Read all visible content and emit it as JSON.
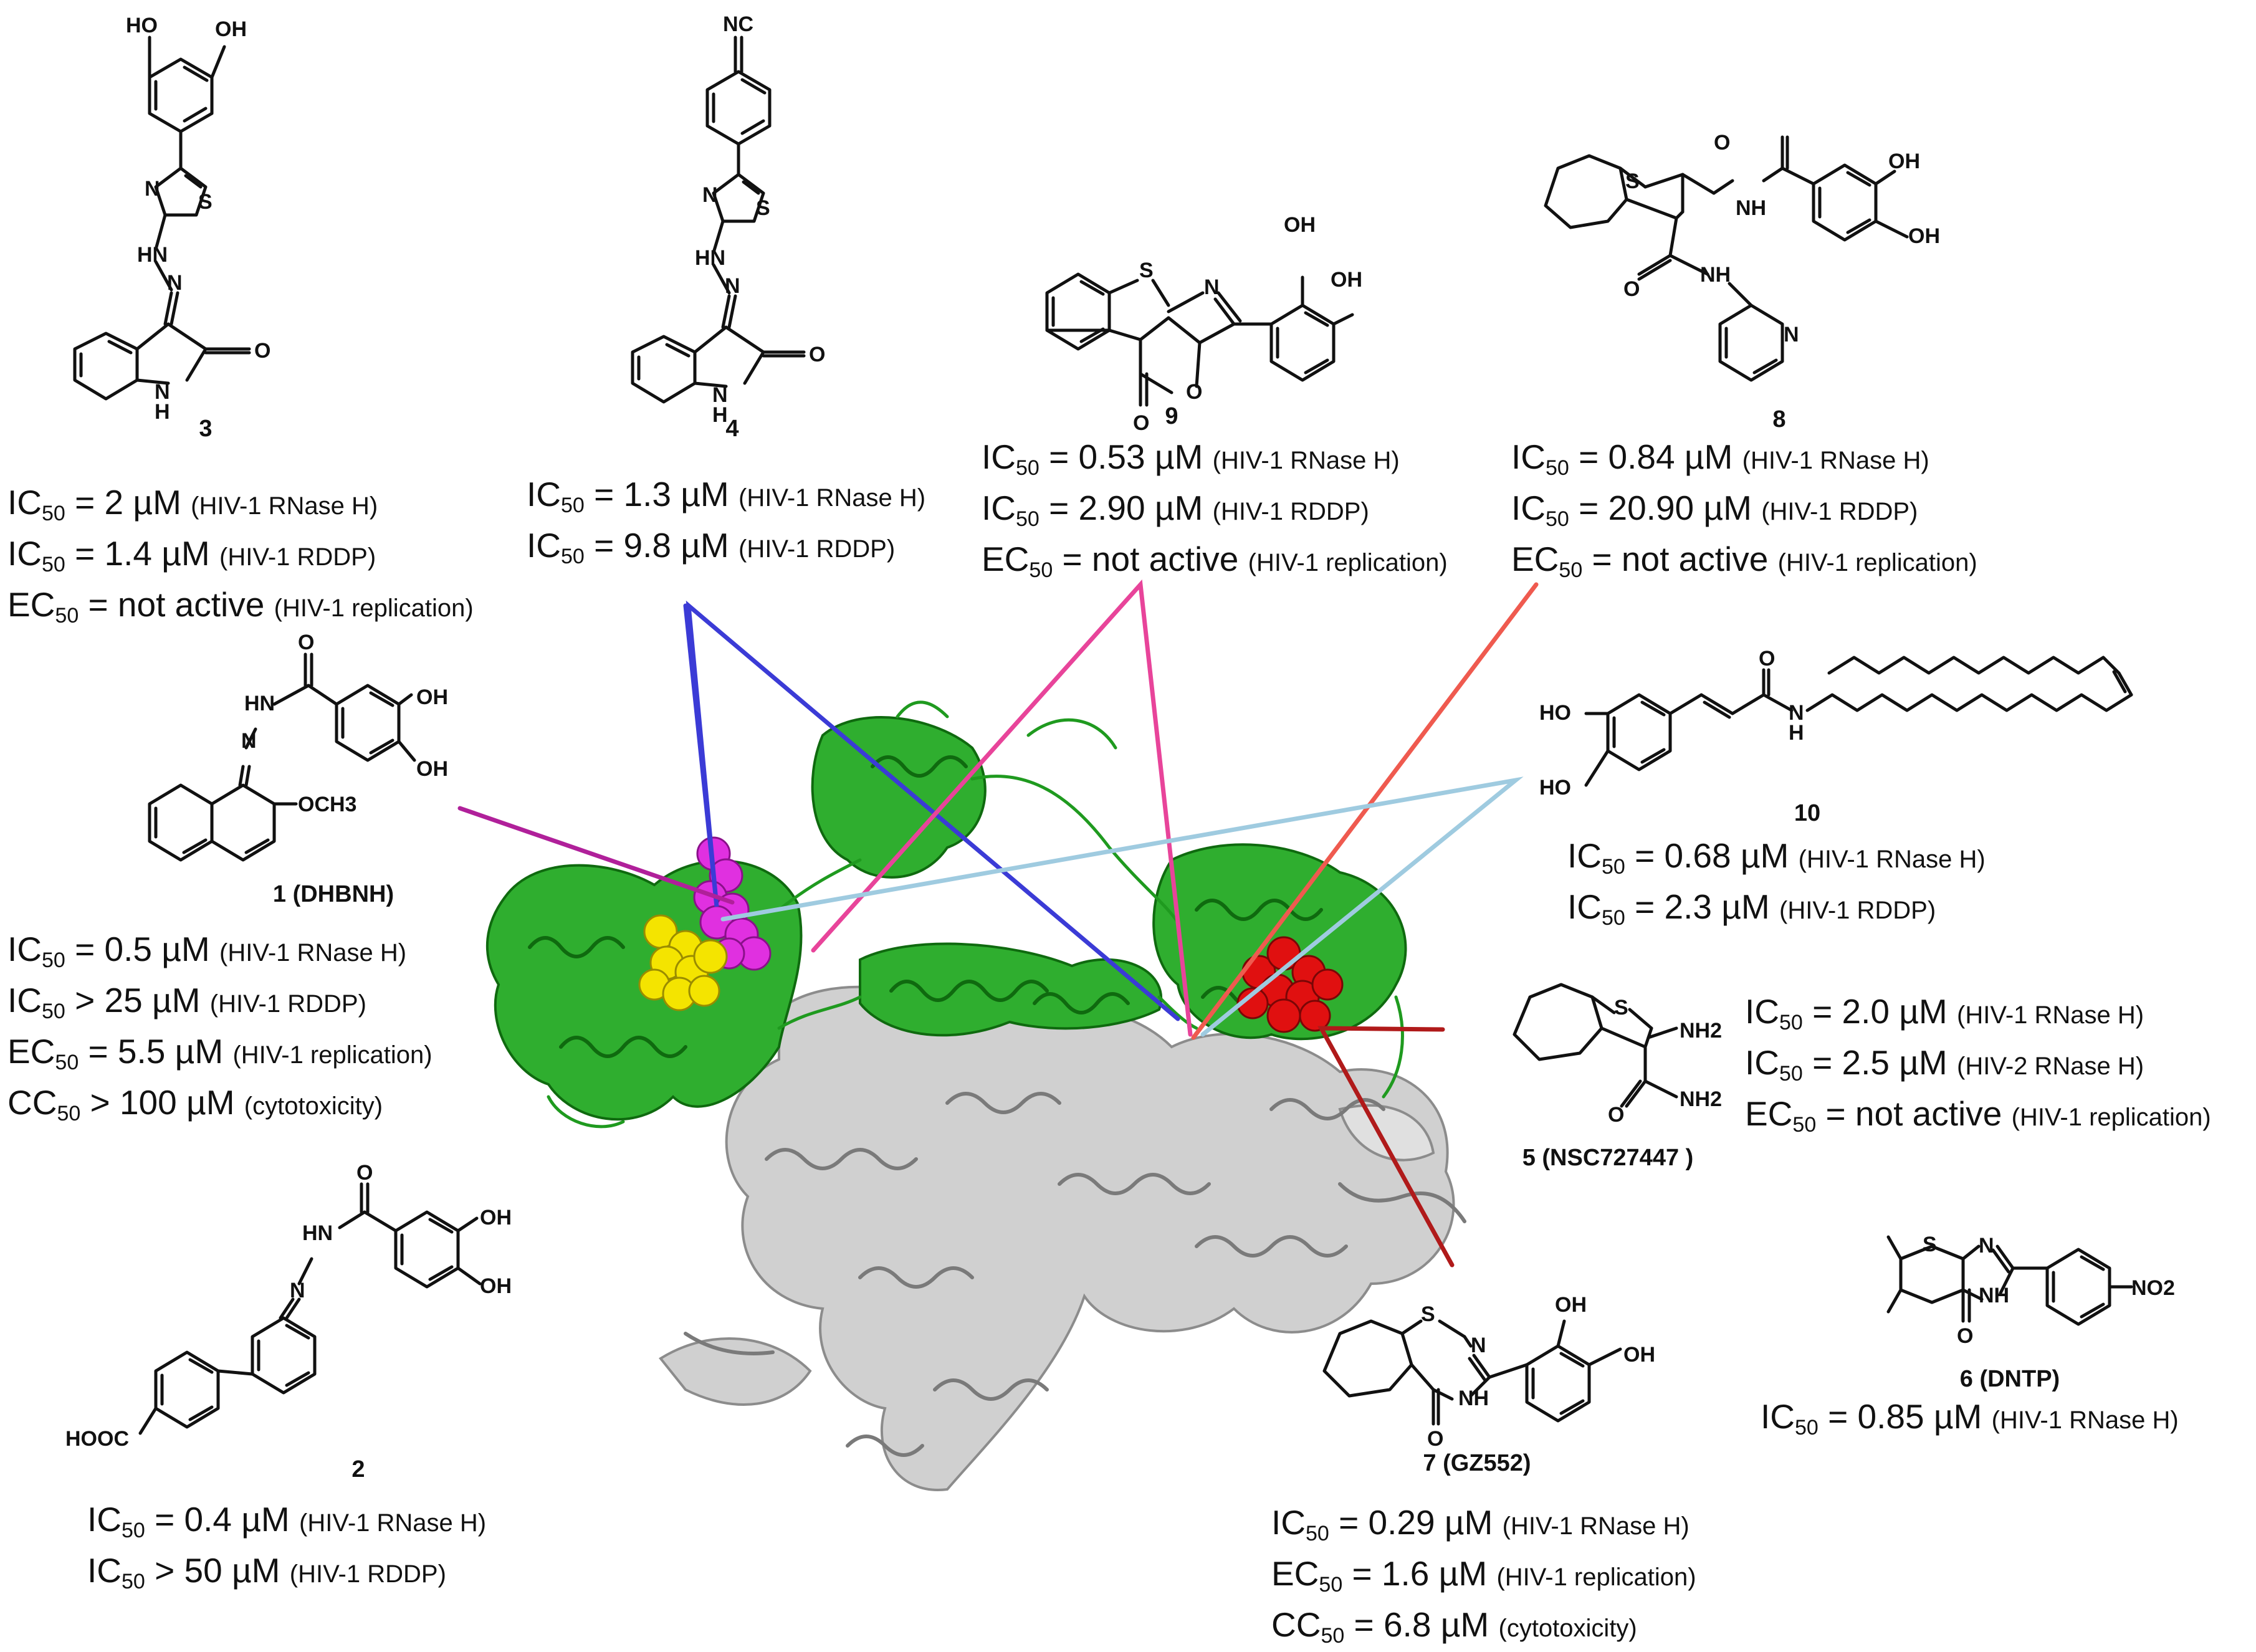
{
  "atom_labels": {
    "OH": "OH",
    "HO": "HO",
    "NC": "NC",
    "N": "N",
    "S": "S",
    "O": "O",
    "NH": "NH",
    "HN": "HN",
    "H": "H",
    "OCH3": "OCH3",
    "NH2": "NH2",
    "HOOC": "HOOC",
    "NO2": "NO2"
  },
  "compounds": {
    "c3": {
      "label": "3",
      "data": [
        {
          "prefix": "IC",
          "sub": "50",
          "rest": " = 2 µM ",
          "note": "(HIV-1 RNase H)"
        },
        {
          "prefix": "IC",
          "sub": "50",
          "rest": " = 1.4 µM ",
          "note": "(HIV-1 RDDP)"
        },
        {
          "prefix": "EC",
          "sub": "50",
          "rest": " = not active ",
          "note": "(HIV-1 replication)"
        }
      ]
    },
    "c4": {
      "label": "4",
      "data": [
        {
          "prefix": "IC",
          "sub": "50",
          "rest": " = 1.3 µM ",
          "note": "(HIV-1 RNase H)"
        },
        {
          "prefix": "IC",
          "sub": "50",
          "rest": " = 9.8 µM ",
          "note": "(HIV-1 RDDP)"
        }
      ]
    },
    "c9": {
      "label": "9",
      "data": [
        {
          "prefix": "IC",
          "sub": "50",
          "rest": " = 0.53 µM ",
          "note": "(HIV-1 RNase H)"
        },
        {
          "prefix": "IC",
          "sub": "50",
          "rest": " = 2.90 µM ",
          "note": "(HIV-1 RDDP)"
        },
        {
          "prefix": "EC",
          "sub": "50",
          "rest": " = not active ",
          "note": "(HIV-1 replication)"
        }
      ]
    },
    "c8": {
      "label": "8",
      "data": [
        {
          "prefix": "IC",
          "sub": "50",
          "rest": " = 0.84 µM ",
          "note": "(HIV-1 RNase H)"
        },
        {
          "prefix": "IC",
          "sub": "50",
          "rest": " = 20.90 µM ",
          "note": "(HIV-1 RDDP)"
        },
        {
          "prefix": "EC",
          "sub": "50",
          "rest": " = not active ",
          "note": "(HIV-1 replication)"
        }
      ]
    },
    "c1": {
      "label": "1 (DHBNH)",
      "data": [
        {
          "prefix": "IC",
          "sub": "50",
          "rest": " = 0.5 µM ",
          "note": "(HIV-1 RNase H)"
        },
        {
          "prefix": "IC",
          "sub": "50",
          "rest": " > 25 µM ",
          "note": "(HIV-1 RDDP)"
        },
        {
          "prefix": "EC",
          "sub": "50",
          "rest": " = 5.5 µM ",
          "note": "(HIV-1 replication)"
        },
        {
          "prefix": "CC",
          "sub": "50",
          "rest": " > 100 µM ",
          "note": "(cytotoxicity)"
        }
      ]
    },
    "c10": {
      "label": "10",
      "data": [
        {
          "prefix": "IC",
          "sub": "50",
          "rest": " = 0.68 µM ",
          "note": "(HIV-1 RNase H)"
        },
        {
          "prefix": "IC",
          "sub": "50",
          "rest": " = 2.3 µM ",
          "note": "(HIV-1 RDDP)"
        }
      ]
    },
    "c5": {
      "label": "5 (NSC727447 )",
      "data": [
        {
          "prefix": "IC",
          "sub": "50",
          "rest": " = 2.0 µM ",
          "note": "(HIV-1 RNase H)"
        },
        {
          "prefix": "IC",
          "sub": "50",
          "rest": " = 2.5 µM ",
          "note": "(HIV-2 RNase H)"
        },
        {
          "prefix": "EC",
          "sub": "50",
          "rest": " = not active ",
          "note": "(HIV-1 replication)"
        }
      ]
    },
    "c2": {
      "label": "2",
      "data": [
        {
          "prefix": "IC",
          "sub": "50",
          "rest": " = 0.4 µM ",
          "note": "(HIV-1 RNase H)"
        },
        {
          "prefix": "IC",
          "sub": "50",
          "rest": " > 50 µM ",
          "note": "(HIV-1 RDDP)"
        }
      ]
    },
    "c7": {
      "label": "7 (GZ552)",
      "data": [
        {
          "prefix": "IC",
          "sub": "50",
          "rest": " = 0.29 µM ",
          "note": "(HIV-1 RNase H)"
        },
        {
          "prefix": "EC",
          "sub": "50",
          "rest": " = 1.6 µM ",
          "note": "(HIV-1 replication)"
        },
        {
          "prefix": "CC",
          "sub": "50",
          "rest": " = 6.8 µM ",
          "note": "(cytotoxicity)"
        }
      ]
    },
    "c6": {
      "label": "6 (DNTP)",
      "data": [
        {
          "prefix": "IC",
          "sub": "50",
          "rest": " = 0.85 µM ",
          "note": "(HIV-1 RNase H)"
        }
      ]
    }
  },
  "colors": {
    "leader_c4": "#3b3bd6",
    "leader_c9": "#e8449a",
    "leader_c8": "#ef5a4f",
    "leader_c1": "#b0209a",
    "leader_c10": "#9fcbe0",
    "leader_c5_c7": "#b01a1a",
    "protein_domain": "#1aa01a",
    "protein_body": "#c8c8c8",
    "site_magenta": "#e030e0",
    "site_yellow": "#f4e400",
    "site_red": "#e01010"
  }
}
